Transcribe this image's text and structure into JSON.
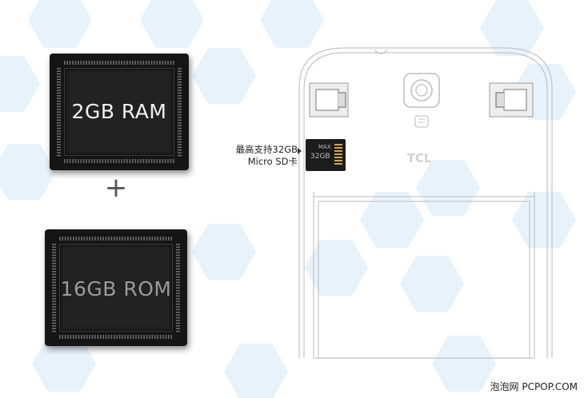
{
  "chips": {
    "ram": {
      "label": "2GB RAM"
    },
    "rom": {
      "label": "16GB ROM"
    }
  },
  "plus_sign": "+",
  "callout": {
    "line1": "最高支持32GB",
    "line2": "Micro SD卡"
  },
  "sd_card": {
    "line1": "MAX",
    "line2": "32GB"
  },
  "phone": {
    "brand": "TCL"
  },
  "watermark": "泡泡网 PCPOP.COM",
  "colors": {
    "hexagon": "#e6f1fa",
    "chip": "#151515",
    "outline": "#c9c9c9"
  }
}
